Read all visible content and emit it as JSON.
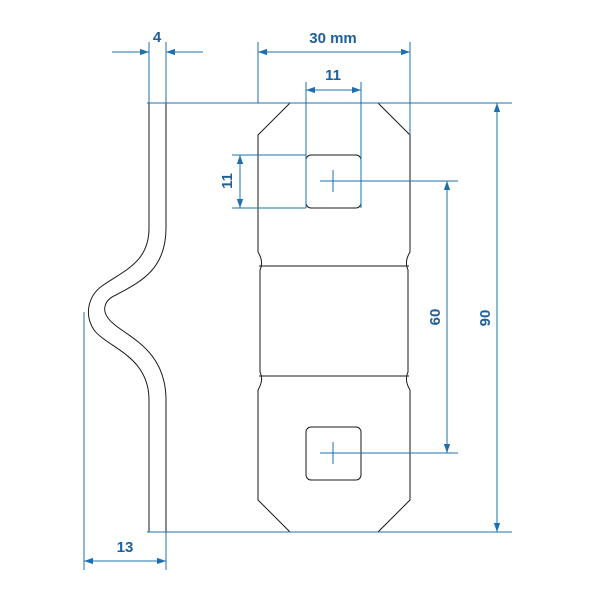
{
  "diagram": {
    "dimensions": {
      "thickness": "4",
      "width": "30 mm",
      "hole_width": "11",
      "hole_height": "11",
      "hole_spacing": "60",
      "total_height": "90",
      "bend_depth": "13"
    },
    "colors": {
      "dimension": "#1f6fae",
      "dimension_text": "#1f5f9a",
      "outline": "#1a1a1a",
      "background": "#ffffff"
    }
  }
}
